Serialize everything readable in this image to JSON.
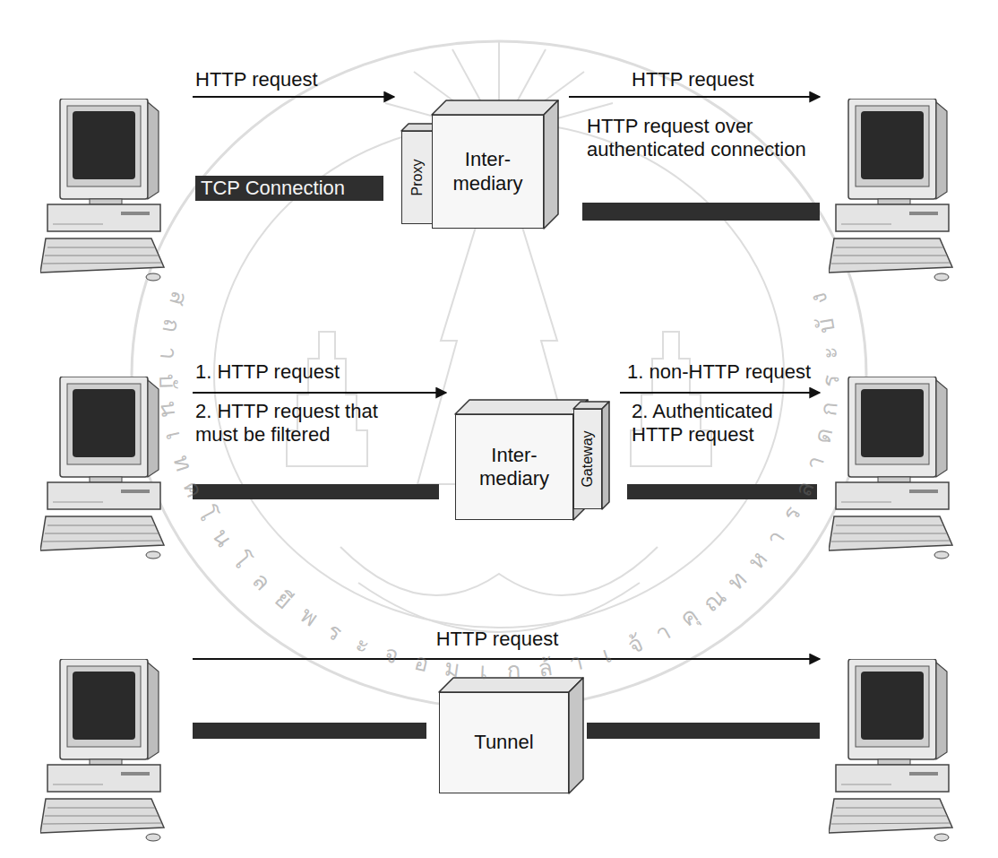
{
  "diagram": {
    "nodes": [
      {
        "text": [
          "Proxy"
        ]
      },
      {
        "text": [
          "Inter- mediary"
        ]
      },
      {
        "text": [
          "TCP Connection"
        ]
      },
      {
        "text": [
          "Inter- mediary"
        ]
      },
      {
        "text": [
          "Gateway"
        ]
      },
      {
        "text": [
          "Tunnel"
        ]
      }
    ],
    "labels": [
      "HTTP request",
      "HTTP request",
      "HTTP request over authenticated connection",
      "1. HTTP request",
      "1. non-HTTP request",
      "2. HTTP request that must be filtered",
      "2. Authenticated HTTP request",
      "HTTP request",
      "สถาบันเทคโนโลยีพระจอมเกล้าเจ้าคุณทหารลาดกระบัง"
    ]
  }
}
